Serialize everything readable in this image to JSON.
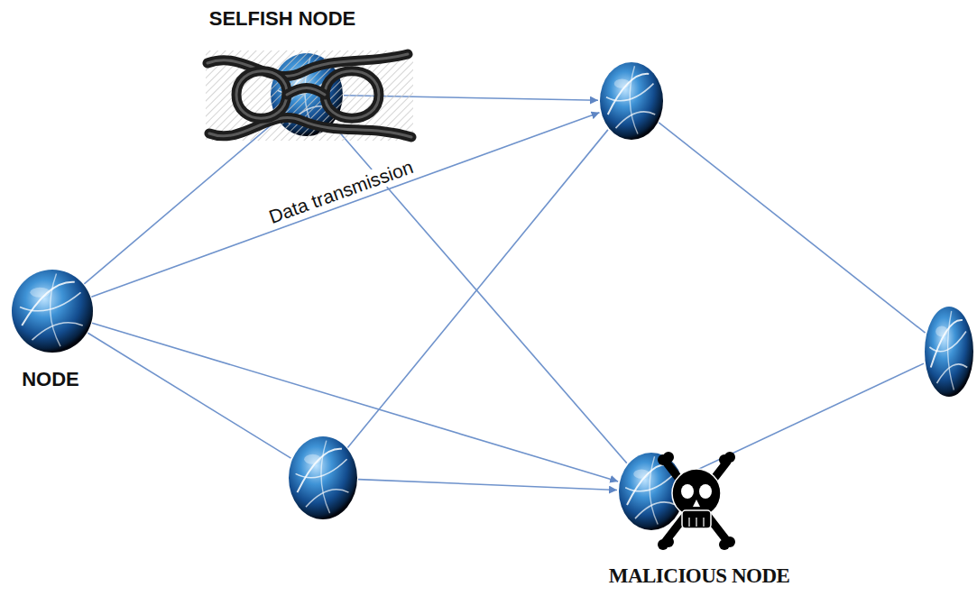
{
  "diagram": {
    "nodes": [
      {
        "text": [
          "SELFISH NODE"
        ]
      },
      {
        "text": []
      },
      {
        "text": [
          "NODE"
        ]
      },
      {
        "text": []
      },
      {
        "text": []
      },
      {
        "text": [
          "MALICIOUS NODE"
        ]
      }
    ],
    "edges": [
      {
        "from": 0,
        "to": 1,
        "arrow": "to"
      },
      {
        "from": 2,
        "to": 0,
        "arrow": "none"
      },
      {
        "from": 2,
        "to": 1,
        "label": "Data transmission",
        "arrow": "to"
      },
      {
        "from": 2,
        "to": 5,
        "arrow": "to"
      },
      {
        "from": 2,
        "to": 4,
        "arrow": "none"
      },
      {
        "from": 4,
        "to": 1,
        "arrow": "none"
      },
      {
        "from": 4,
        "to": 5,
        "arrow": "to"
      },
      {
        "from": 0,
        "to": 5,
        "arrow": "none"
      },
      {
        "from": 1,
        "to": 3,
        "arrow": "none"
      },
      {
        "from": 5,
        "to": 3,
        "arrow": "none"
      }
    ]
  }
}
